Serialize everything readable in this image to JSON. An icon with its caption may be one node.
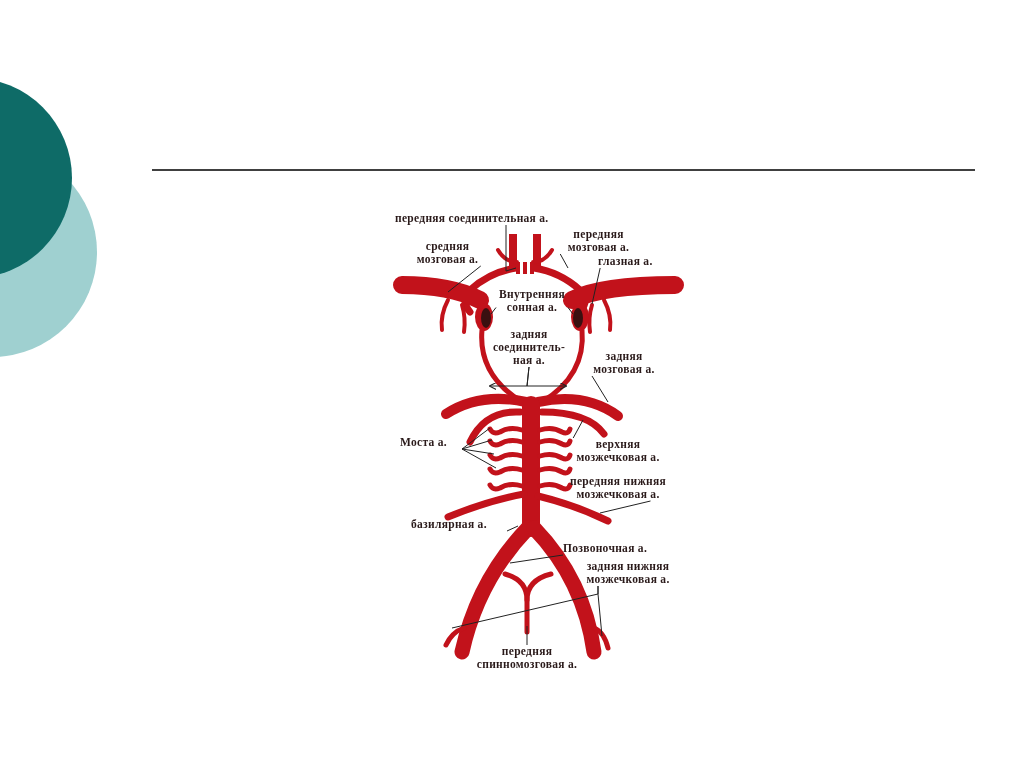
{
  "diagram": {
    "nodes": [
      {
        "text": [
          "передняя соединительная а."
        ]
      },
      {
        "text": [
          "средняя мозговая а."
        ]
      },
      {
        "text": [
          "передняя мозговая а."
        ]
      },
      {
        "text": [
          "глазная а."
        ]
      },
      {
        "text": [
          "Внутренняя сонная а."
        ]
      },
      {
        "text": [
          "задняя соединитель-ная а."
        ]
      },
      {
        "text": [
          "задняя мозговая а."
        ]
      },
      {
        "text": [
          "Моста а."
        ]
      },
      {
        "text": [
          "верхняя мозжечковая а."
        ]
      },
      {
        "text": [
          "передняя нижняя мозжечковая а."
        ]
      },
      {
        "text": [
          "базилярная а."
        ]
      },
      {
        "text": [
          "Позвоночная а."
        ]
      },
      {
        "text": [
          "задняя нижняя мозжечковая а."
        ]
      },
      {
        "text": [
          "передняя спинномозговая а."
        ]
      },
      {
        "text": [],
        "shape": "bar"
      }
    ],
    "edges": [
      {
        "from": 0,
        "to": 14,
        "arrow": "none"
      },
      {
        "from": 1,
        "to": null,
        "arrow": "none"
      },
      {
        "from": 2,
        "to": null,
        "arrow": "none"
      },
      {
        "from": 3,
        "to": null,
        "arrow": "none"
      },
      {
        "from": 4,
        "to": null,
        "arrow": "none"
      },
      {
        "from": 4,
        "to": null,
        "arrow": "none"
      },
      {
        "from": 5,
        "to": null,
        "arrow": "to"
      },
      {
        "from": 5,
        "to": null,
        "arrow": "to"
      },
      {
        "from": 6,
        "to": null,
        "arrow": "none"
      },
      {
        "from": 7,
        "to": null,
        "arrow": "none"
      },
      {
        "from": 7,
        "to": null,
        "arrow": "none"
      },
      {
        "from": 7,
        "to": null,
        "arrow": "none"
      },
      {
        "from": 7,
        "to": null,
        "arrow": "none"
      },
      {
        "from": 8,
        "to": null,
        "arrow": "none"
      },
      {
        "from": 9,
        "to": null,
        "arrow": "none"
      },
      {
        "from": 10,
        "to": null,
        "arrow": "none"
      },
      {
        "from": 11,
        "to": null,
        "arrow": "none"
      },
      {
        "from": 12,
        "to": null,
        "arrow": "none"
      },
      {
        "from": 12,
        "to": null,
        "arrow": "none"
      },
      {
        "from": 13,
        "to": null,
        "arrow": "none"
      }
    ]
  }
}
